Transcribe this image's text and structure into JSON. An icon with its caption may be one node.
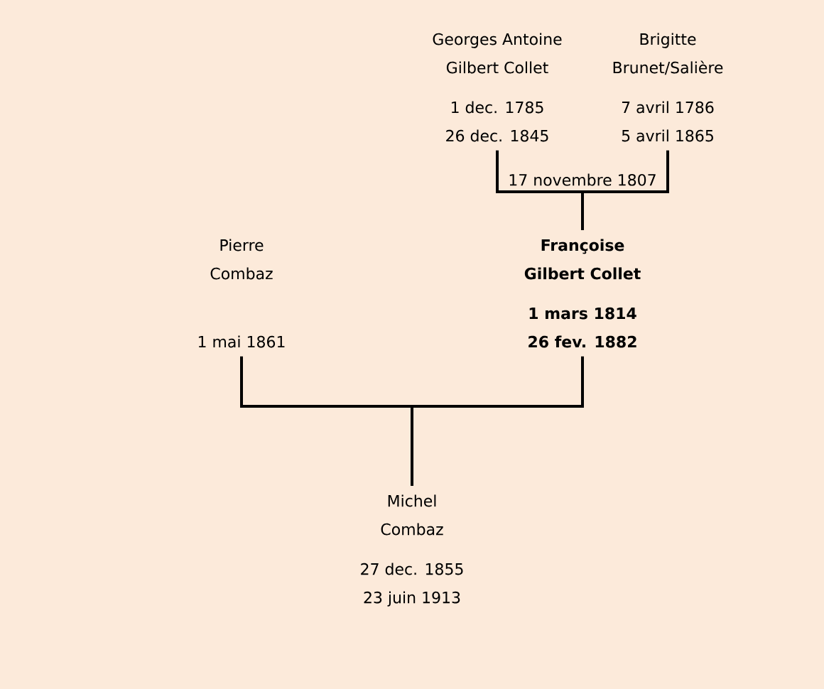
{
  "diagram": {
    "nodes": [
      {
        "text": [
          "Georges Antoine Gilbert Collet",
          "1 dec. 1785",
          "26 dec. 1845"
        ]
      },
      {
        "text": [
          "Brigitte Brunet/Salière",
          "7 avril 1786",
          "5 avril 1865"
        ]
      },
      {
        "text": [
          "Pierre Combaz",
          "1 mai 1861"
        ]
      },
      {
        "text": [
          "Françoise Gilbert Collet",
          "1 mars 1814",
          "26 fev. 1882"
        ]
      },
      {
        "text": [
          "Michel Combaz",
          "27 dec. 1855",
          "23 juin 1913"
        ]
      }
    ],
    "edges": [
      {
        "from": 0,
        "to": 3,
        "arrow": "none",
        "label": "17 novembre 1807"
      },
      {
        "from": 1,
        "to": 3,
        "arrow": "none"
      },
      {
        "from": 2,
        "to": 4,
        "arrow": "none"
      },
      {
        "from": 3,
        "to": 4,
        "arrow": "none"
      }
    ]
  }
}
